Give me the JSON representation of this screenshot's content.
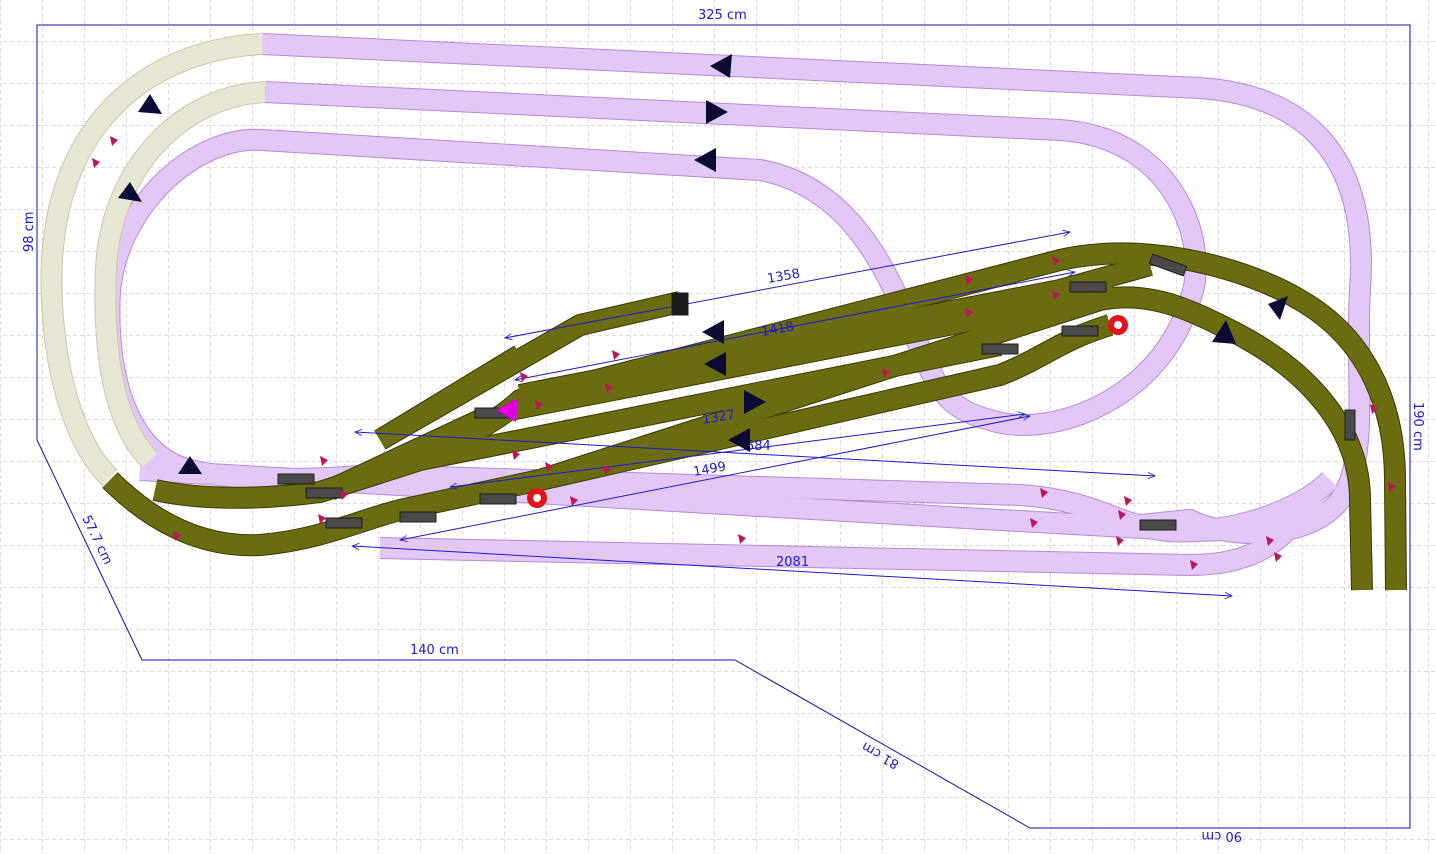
{
  "colors": {
    "background": "#ffffff",
    "grid": "#b8b8b8",
    "outline": "#1010b0",
    "upper_track": "#6b6b10",
    "upper_track_edge": "#3a3a06",
    "lower_track": "#e3c8f7",
    "lower_track_edge": "#b68ad8",
    "ramp_track": "#e7e6d2",
    "direction_arrow": "#0b0b35",
    "signal_marker": "#c0145a",
    "stop_marker": "#e0141a",
    "highlight_arrow": "#e000e0"
  },
  "dimensions": {
    "top": "325 cm",
    "left": "98 cm",
    "diagonal_left": "57.7 cm",
    "bottom": "140 cm",
    "diagonal_bottom": "81 cm",
    "bottom_right": "90 cm",
    "right": "190 cm"
  },
  "measurements": [
    "1358",
    "1418",
    "1327",
    "584",
    "1499",
    "2081"
  ],
  "icons": [
    "direction-arrow-icon",
    "signal-marker-icon",
    "stop-marker-icon",
    "rolling-stock-icon",
    "buffer-stop-icon"
  ]
}
